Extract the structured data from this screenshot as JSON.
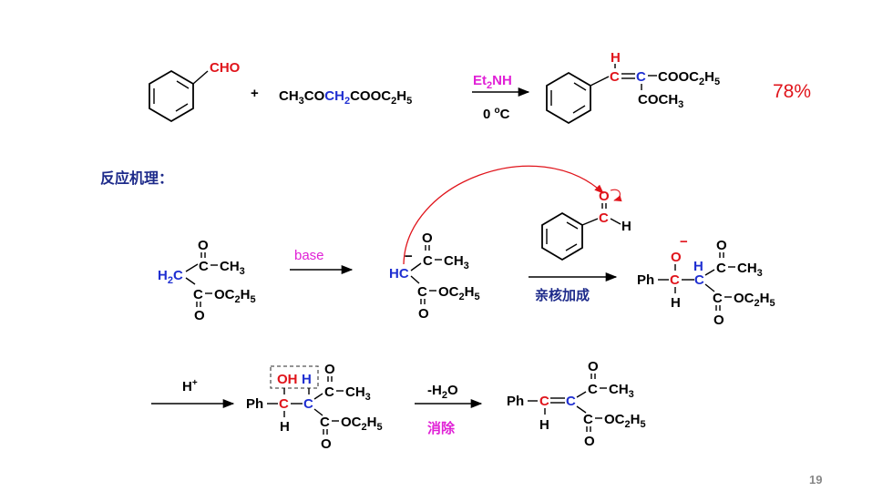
{
  "reaction": {
    "reactant1_group": "CHO",
    "plus": "+",
    "reactant2": {
      "a": "CH",
      "a_sub": "3",
      "b": "CO",
      "c": "CH",
      "c_sub": "2",
      "d": "COOC",
      "d_sub": "2",
      "e": "H",
      "e_sub": "5"
    },
    "reagent": {
      "text": "Et",
      "sub": "2",
      "tail": "NH"
    },
    "condition": {
      "text": "0 ",
      "sup": "o",
      "tail": "C"
    },
    "product": {
      "h": "H",
      "c1": "C",
      "c2": "C",
      "ester": "COOC",
      "ester_sub": "2",
      "ester_tail": "H",
      "ester_tail_sub": "5",
      "ketone": "COCH",
      "ketone_sub": "3"
    },
    "yield": "78%"
  },
  "mechanism_title": "反应机理：",
  "step1": {
    "arrow_label": "base",
    "start": {
      "o_top": "O",
      "ch3": "C",
      "ch3b": "CH",
      "ch3_sub": "3",
      "h2c": "H",
      "h2c_sub": "2",
      "h2c_c": "C",
      "ester_c": "C",
      "ester": "OC",
      "ester_sub": "2",
      "ester_h": "H",
      "ester_h_sub": "5",
      "o_bot": "O"
    },
    "anion": {
      "o_top": "O",
      "minus": "−",
      "c": "C",
      "ch3": "CH",
      "ch3_sub": "3",
      "hc": "HC",
      "ester_c": "C",
      "ester": "OC",
      "ester_sub": "2",
      "ester_h": "H",
      "ester_h_sub": "5",
      "o_bot": "O"
    }
  },
  "step2": {
    "benzaldehyde": {
      "o": "O",
      "c": "C",
      "h": "H"
    },
    "arrow_label": "亲核加成",
    "adduct": {
      "o": "O",
      "minus": "−",
      "ph": "Ph",
      "c1": "C",
      "h1": "H",
      "h2": "H",
      "c2": "C",
      "o_top": "O",
      "c3": "C",
      "ch3": "CH",
      "ch3_sub": "3",
      "ester_c": "C",
      "ester": "OC",
      "ester_sub": "2",
      "ester_h": "H",
      "ester_h_sub": "5",
      "o_bot": "O"
    }
  },
  "step3": {
    "arrow_label": "H",
    "arrow_label_sup": "+",
    "alcohol": {
      "oh": "OH",
      "h": "H",
      "ph": "Ph",
      "c1": "C",
      "c2": "C",
      "h_bot": "H",
      "o_top": "O",
      "c3": "C",
      "ch3": "CH",
      "ch3_sub": "3",
      "ester_c": "C",
      "ester": "OC",
      "ester_sub": "2",
      "ester_h": "H",
      "ester_h_sub": "5",
      "o_bot": "O"
    }
  },
  "step4": {
    "arrow_label": "-H",
    "arrow_label_sub": "2",
    "arrow_label_tail": "O",
    "arrow_sublabel": "消除",
    "final": {
      "ph": "Ph",
      "c1": "C",
      "c2": "C",
      "h_bot": "H",
      "o_top": "O",
      "c3": "C",
      "ch3": "CH",
      "ch3_sub": "3",
      "ester_c": "C",
      "ester": "OC",
      "ester_sub": "2",
      "ester_h": "H",
      "ester_h_sub": "5",
      "o_bot": "O"
    }
  },
  "page_number": "19"
}
